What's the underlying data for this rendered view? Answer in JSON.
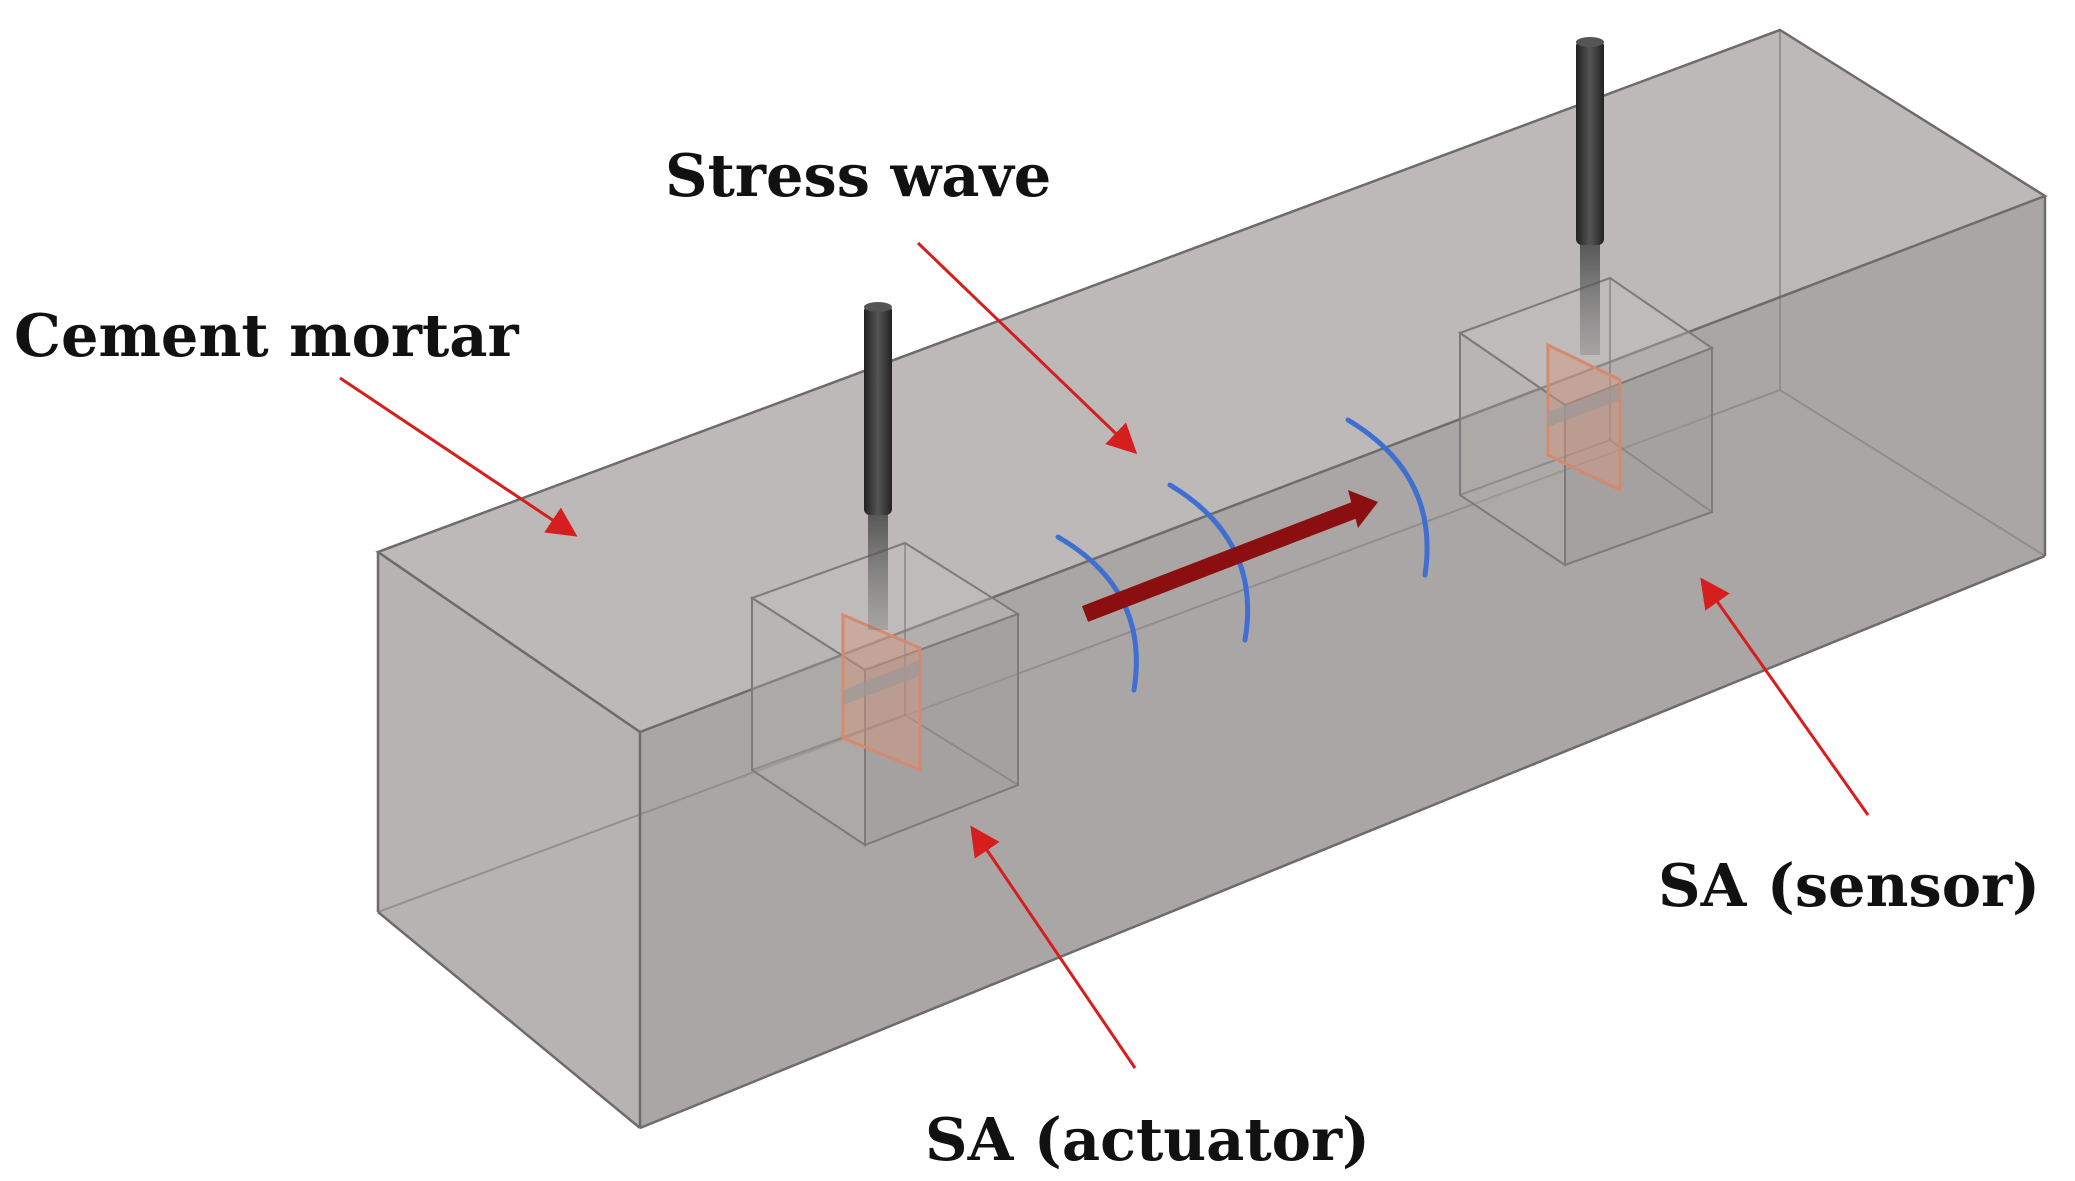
{
  "labels": {
    "stress_wave": "Stress wave",
    "cement_mortar": "Cement mortar",
    "sa_sensor": "SA (sensor)",
    "sa_actuator": "SA (actuator)"
  },
  "colors": {
    "background": "#ffffff",
    "beam_front": "#a9a6a5",
    "beam_top": "#bcb8b7",
    "beam_side": "#b3afae",
    "beam_edge": "#6e6b6b",
    "cube_edge": "#7c7a7a",
    "patch": "#d8977e",
    "wire": "#3a3a3a",
    "wave_arcs": "#3f6fd1",
    "propagation_arrow": "#8b0f10",
    "callout_arrows": "#d61e1e",
    "text": "#111111"
  },
  "icons": {
    "wave_fronts": "arc-icon",
    "propagation": "arrow-right-icon"
  }
}
